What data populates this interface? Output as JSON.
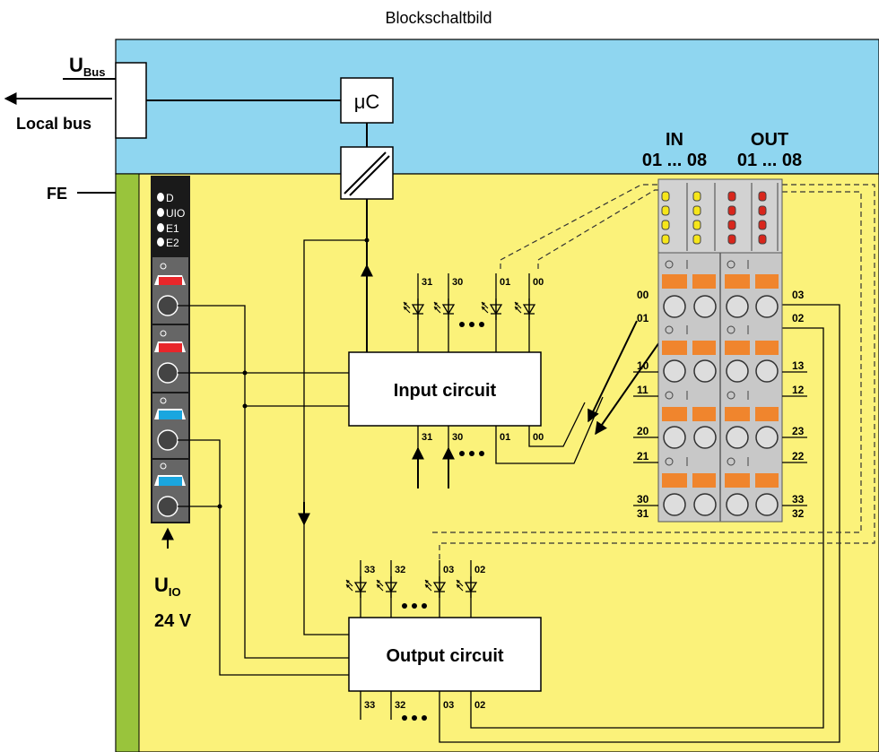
{
  "title": "Blockschaltbild",
  "bus": {
    "u_bus_main": "U",
    "u_bus_sub": "Bus",
    "local_bus": "Local bus",
    "uc": "μC"
  },
  "fe": "FE",
  "leds": [
    "D",
    "UIO",
    "E1",
    "E2"
  ],
  "supply": {
    "u_io_main": "U",
    "u_io_sub": "IO",
    "voltage": "24 V"
  },
  "input_circuit": {
    "label": "Input circuit",
    "led_labels": [
      "31",
      "30",
      "01",
      "00"
    ],
    "bottom_labels": [
      "31",
      "30",
      "01",
      "00"
    ]
  },
  "output_circuit": {
    "label": "Output circuit",
    "led_labels": [
      "33",
      "32",
      "03",
      "02"
    ],
    "bottom_labels": [
      "33",
      "32",
      "03",
      "02"
    ]
  },
  "module": {
    "in_title": "IN",
    "in_range": "01 ... 08",
    "out_title": "OUT",
    "out_range": "01 ... 08",
    "left_terminals": [
      "00",
      "01",
      "10",
      "11",
      "20",
      "21",
      "30",
      "31"
    ],
    "right_terminals": [
      "03",
      "02",
      "13",
      "12",
      "23",
      "22",
      "33",
      "32"
    ]
  },
  "colors": {
    "bus_area": "#8fd6f0",
    "field_area": "#fbf27a",
    "fe_strip": "#99c43c",
    "supply_strip": "#1a1a1a",
    "red_plug": "#e8262a",
    "blue_plug": "#1aa6df",
    "orange_plug": "#f0852d",
    "module_gray": "#c8c8c8",
    "led_yellow": "#f6e61a",
    "led_red": "#d8261c"
  }
}
